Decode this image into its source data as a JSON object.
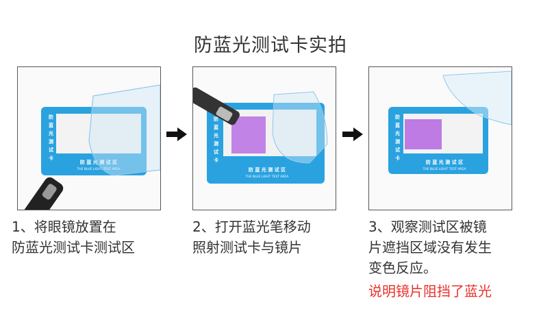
{
  "title": "防蓝光测试卡实拍",
  "card": {
    "vertical_text": [
      "防",
      "蓝",
      "光",
      "测",
      "试",
      "卡"
    ],
    "area_cn": "防 蓝 光 测 试 区",
    "area_en": "THE BLUE LIGHT TEST AREA"
  },
  "captions": [
    {
      "line1": "1、将眼镜放置在",
      "line2": "防蓝光测试卡测试区"
    },
    {
      "line1": "2、打开蓝光笔移动",
      "line2": "照射测试卡与镜片"
    },
    {
      "line1": "3、观察测试区被镜",
      "line2": "片遮挡区域没有发生",
      "line3": "变色反应。"
    }
  ],
  "note": "说明镜片阻挡了蓝光",
  "colors": {
    "card_blue": "#2aa2e0",
    "note_red": "#e8312a",
    "purple": "#b05de0"
  }
}
